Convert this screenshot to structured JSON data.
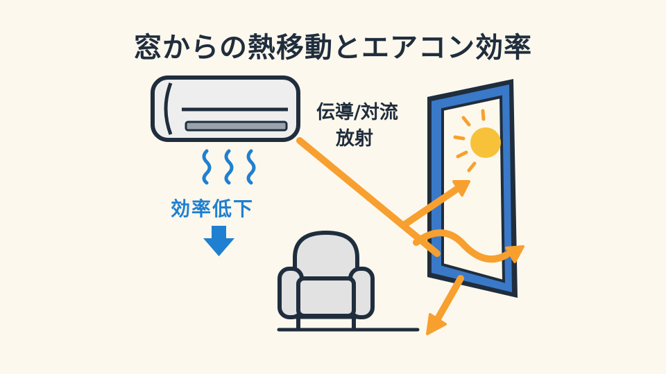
{
  "title": "窓からの熱移動とエアコン効率",
  "labels": {
    "heat_transfer_line1": "伝導/対流",
    "heat_transfer_line2": "放射",
    "efficiency": "効率低下"
  },
  "icons": [
    "air-conditioner-icon",
    "cool-air-waves-icon",
    "down-arrow-icon",
    "armchair-icon",
    "window-icon",
    "sun-icon",
    "heat-arrow-icon"
  ],
  "colors": {
    "background": "#fcf8ee",
    "text_dark": "#1f2d3d",
    "accent_blue": "#1f7fd1",
    "window_frame": "#3a78c8",
    "heat_orange": "#f7a030",
    "sun_yellow": "#f7c23a",
    "chair_gray": "#e2e2e2"
  }
}
